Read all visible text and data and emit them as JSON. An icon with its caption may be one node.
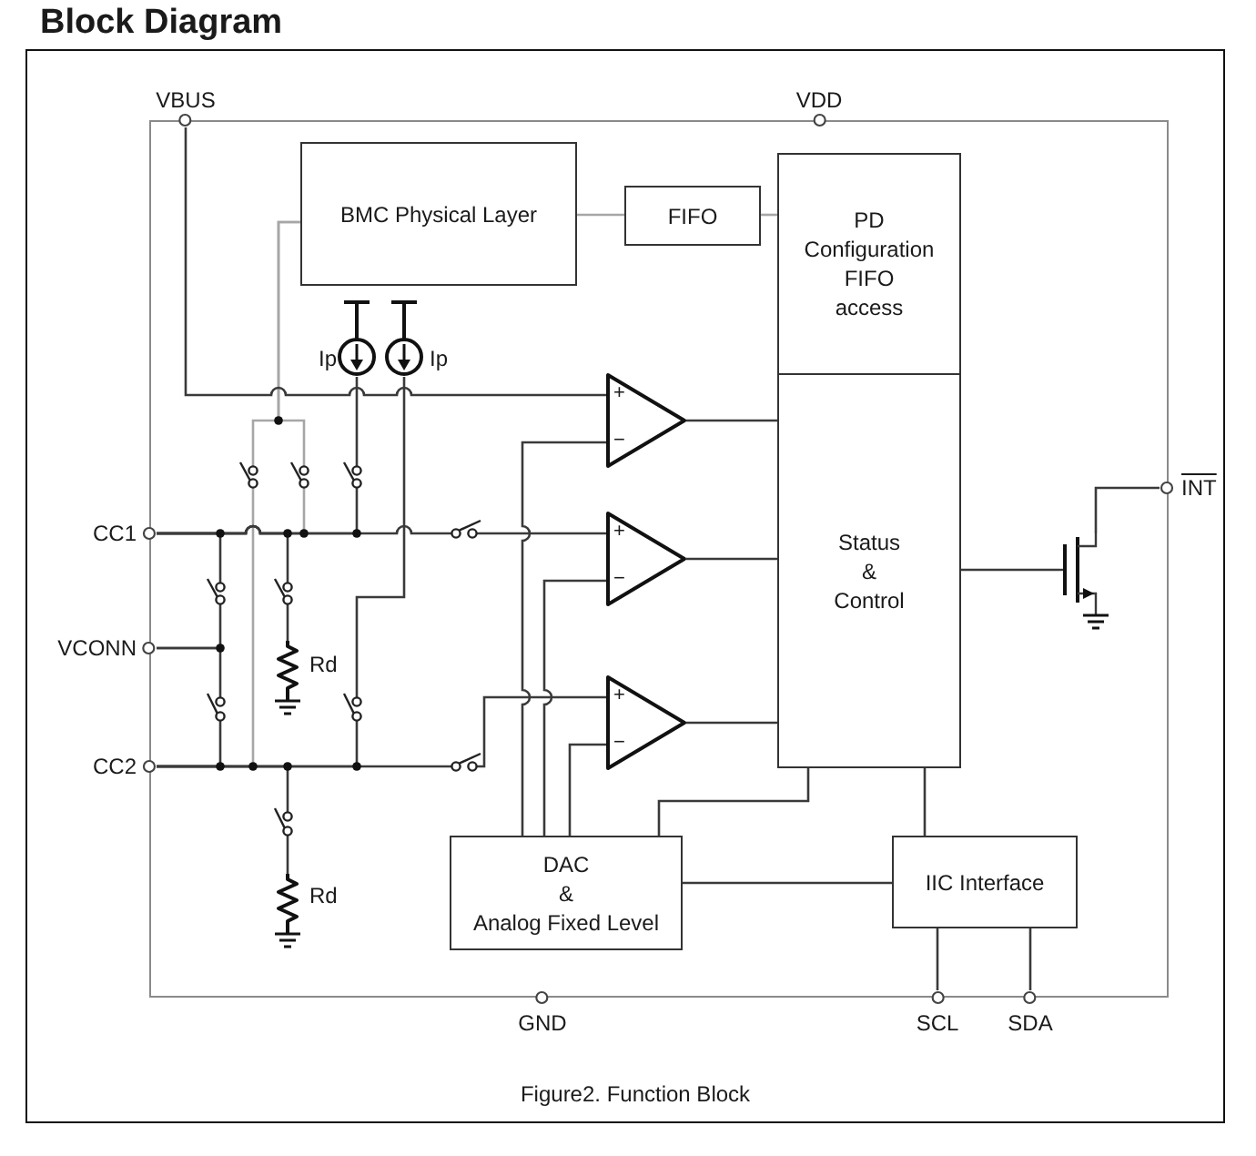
{
  "diagram": {
    "title": "Block Diagram",
    "caption": "Figure2. Function Block",
    "nodes": [
      {
        "text": [],
        "shape": "box"
      },
      {
        "text": [
          "VBUS"
        ]
      },
      {
        "text": [
          "VDD"
        ]
      },
      {
        "text": [
          "BMC Physical Layer"
        ],
        "in": 0
      },
      {
        "text": [
          "FIFO"
        ],
        "in": 0
      },
      {
        "text": [
          "PD Configuration FIFO access"
        ],
        "in": 0
      },
      {
        "text": [],
        "shape": "circle",
        "beside": [
          "Ip"
        ],
        "in": 0
      },
      {
        "text": [],
        "shape": "circle",
        "beside": [
          "Ip"
        ],
        "in": 0
      },
      {
        "text": [
          "+",
          "−"
        ],
        "in": 0
      },
      {
        "text": [
          "Status & Control"
        ],
        "in": 0
      },
      {
        "text": [
          "INT"
        ]
      },
      {
        "text": [
          "CC1"
        ]
      },
      {
        "text": [],
        "shape": "transistor",
        "in": 0
      },
      {
        "text": [
          "+",
          "−"
        ],
        "in": 0
      },
      {
        "text": [
          "VCONN"
        ]
      },
      {
        "text": [],
        "shape": "resistor",
        "beside": [
          "Rd"
        ],
        "in": 0
      },
      {
        "text": [
          "+",
          "−"
        ],
        "in": 0
      },
      {
        "text": [
          "CC2"
        ]
      },
      {
        "text": [
          "DAC & Analog Fixed Level"
        ],
        "in": 0
      },
      {
        "text": [
          "IIC Interface"
        ],
        "in": 0
      },
      {
        "text": [],
        "shape": "resistor",
        "beside": [
          "Rd"
        ],
        "in": 0
      },
      {
        "text": [
          "GND"
        ]
      },
      {
        "text": [
          "SCL"
        ]
      },
      {
        "text": [
          "SDA"
        ]
      }
    ],
    "edges": [
      {
        "from": 1,
        "to": 8,
        "arrow": "none"
      },
      {
        "from": 3,
        "to": 4,
        "arrow": "none",
        "color": "#a6a6a6"
      },
      {
        "from": 4,
        "to": 5,
        "arrow": "none",
        "color": "#a6a6a6"
      },
      {
        "from": 3,
        "to": 11,
        "arrow": "none",
        "color": "#a6a6a6"
      },
      {
        "from": 3,
        "to": 17,
        "arrow": "none",
        "color": "#a6a6a6"
      },
      {
        "from": 6,
        "to": 11,
        "arrow": "none"
      },
      {
        "from": 7,
        "to": 17,
        "arrow": "none"
      },
      {
        "from": 8,
        "to": 9,
        "arrow": "none"
      },
      {
        "from": 9,
        "to": 12,
        "arrow": "none"
      },
      {
        "from": 12,
        "to": 10,
        "arrow": "none"
      },
      {
        "from": 11,
        "to": 13,
        "arrow": "none"
      },
      {
        "from": 14,
        "to": 11,
        "arrow": "none"
      },
      {
        "from": 14,
        "to": 17,
        "arrow": "none"
      },
      {
        "from": 11,
        "to": 15,
        "arrow": "none"
      },
      {
        "from": 13,
        "to": 9,
        "arrow": "none"
      },
      {
        "from": 17,
        "to": 16,
        "arrow": "none"
      },
      {
        "from": 16,
        "to": 9,
        "arrow": "none"
      },
      {
        "from": 17,
        "to": 20,
        "arrow": "none"
      },
      {
        "from": 18,
        "to": 8,
        "arrow": "none"
      },
      {
        "from": 18,
        "to": 13,
        "arrow": "none"
      },
      {
        "from": 18,
        "to": 16,
        "arrow": "none"
      },
      {
        "from": 18,
        "to": 9,
        "arrow": "none"
      },
      {
        "from": 18,
        "to": 19,
        "arrow": "none"
      },
      {
        "from": 9,
        "to": 19,
        "arrow": "none"
      },
      {
        "from": 19,
        "to": 22,
        "arrow": "none"
      },
      {
        "from": 19,
        "to": 23,
        "arrow": "none"
      }
    ]
  }
}
